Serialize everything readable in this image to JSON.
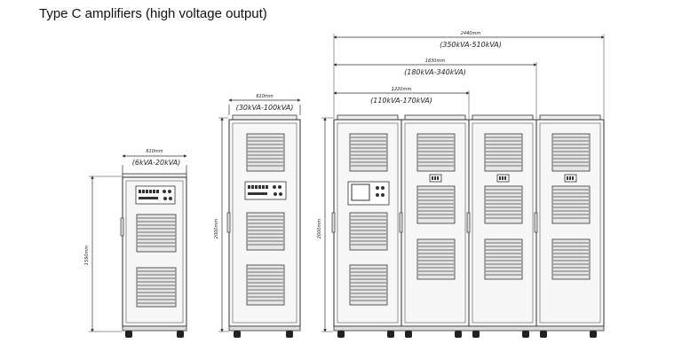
{
  "title": "Type C amplifiers (high voltage output)",
  "units": [
    {
      "width_label": "610mm",
      "range_label": "(6kVA-20kVA)",
      "height_label": "1550mm"
    },
    {
      "width_label": "610mm",
      "range_label": "(30kVA-100kVA)",
      "height_label": "2000mm"
    }
  ],
  "large_system": {
    "height_label": "2000mm",
    "dimensions": [
      {
        "width_label": "2440mm",
        "range_label": "(350kVA-510kVA)"
      },
      {
        "width_label": "1830mm",
        "range_label": "(180kVA-340kVA)"
      },
      {
        "width_label": "1220mm",
        "range_label": "(110kVA-170kVA)"
      }
    ]
  },
  "colors": {
    "line": "#333333",
    "cabinet_fill": "#f7f7f7",
    "grille_fill": "#e6e6e6",
    "caster": "#222222"
  }
}
